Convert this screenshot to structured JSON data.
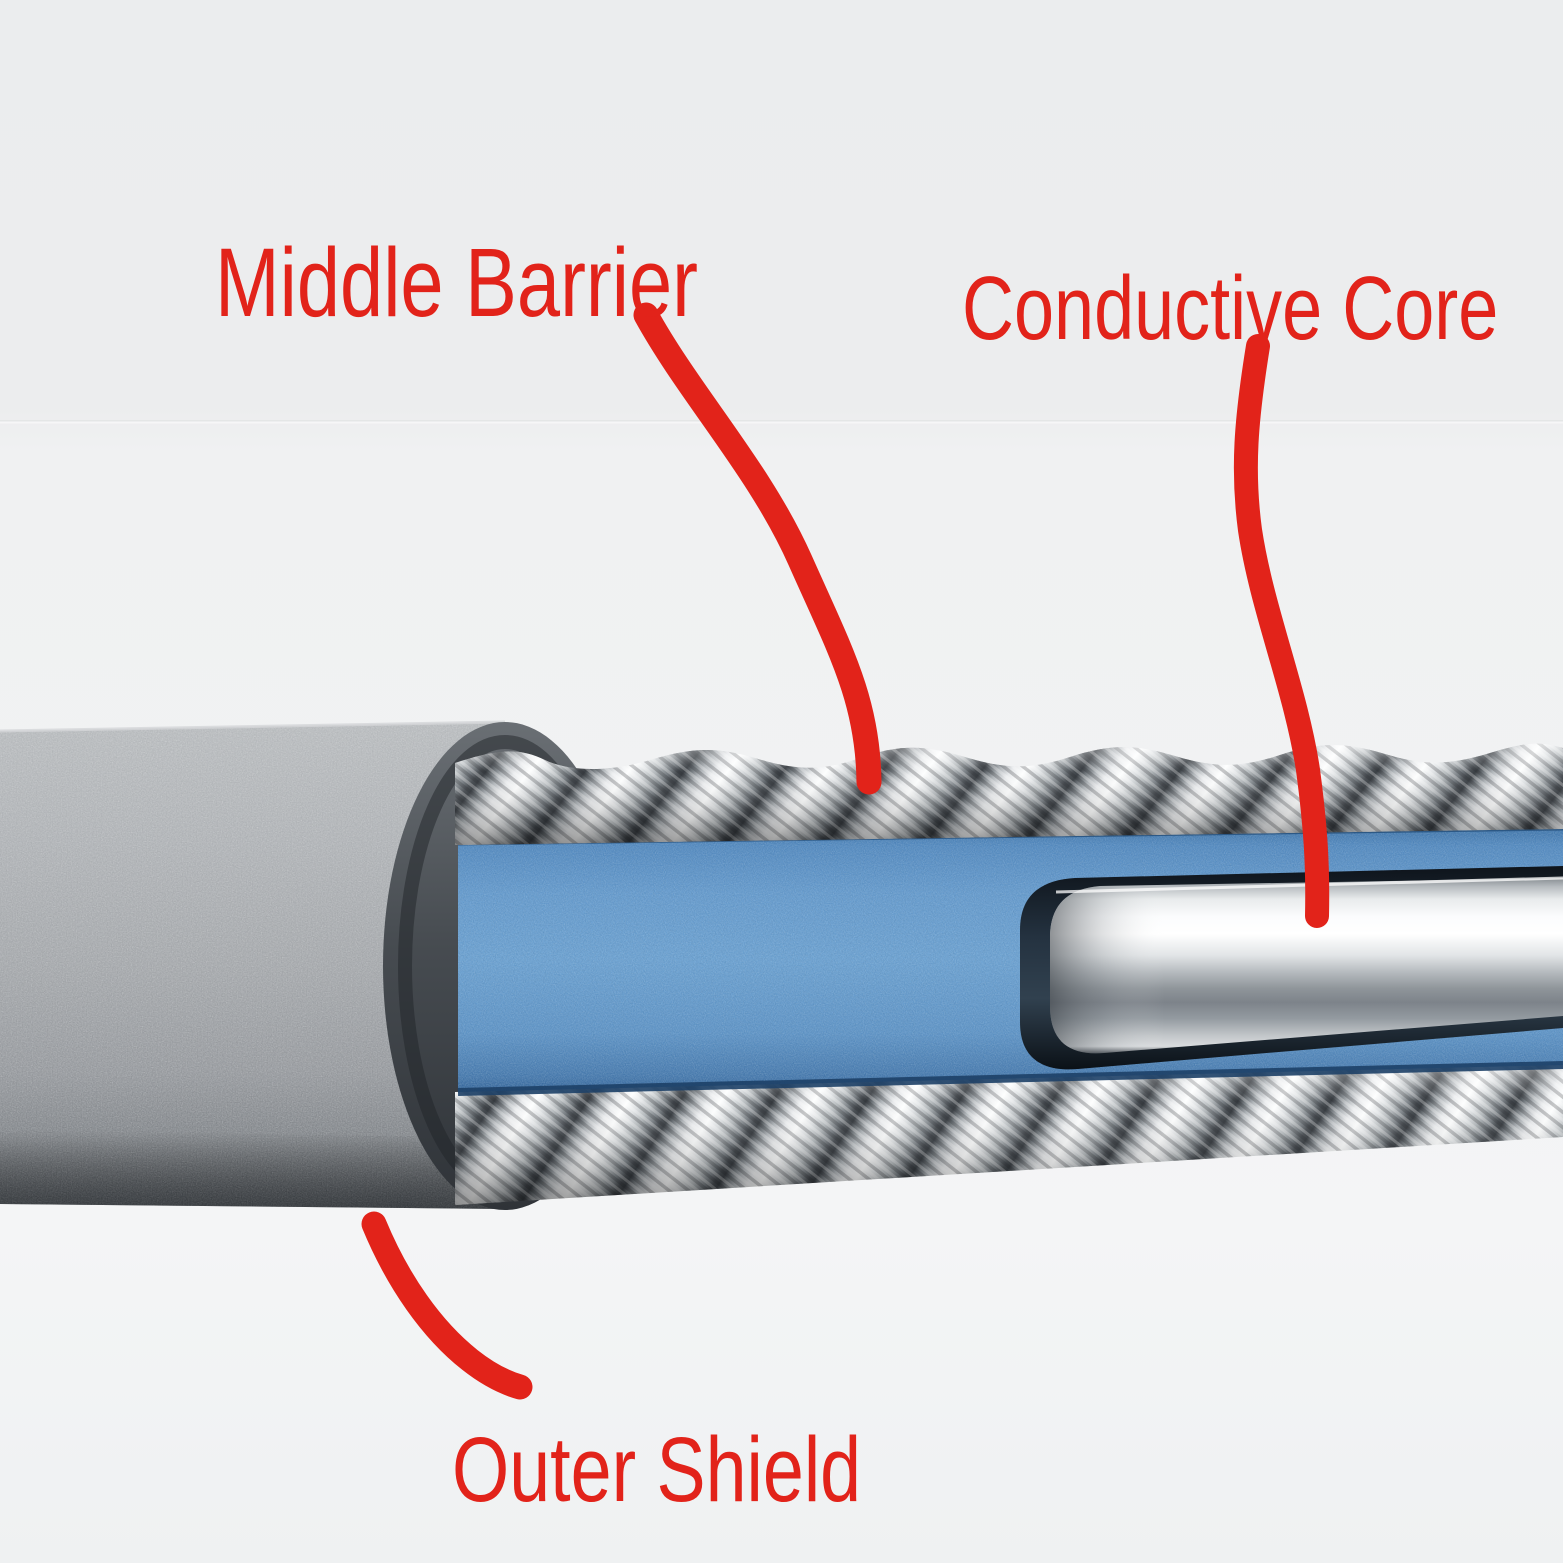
{
  "figure": {
    "type": "labeled-cutaway-diagram",
    "subject": "coaxial cable cutaway illustration",
    "layers_shown": [
      "outer jacket",
      "metal wire braid",
      "blue foam insulation",
      "metal core rod"
    ]
  },
  "labels": {
    "middle_barrier": {
      "text": "Middle Barrier",
      "target": "wire-braid-layer"
    },
    "conductive_core": {
      "text": "Conductive Core",
      "target": "metal-core-rod"
    },
    "outer_shield": {
      "text": "Outer Shield",
      "target": "outer-jacket"
    }
  },
  "colors": {
    "annotation_red": "#e2231a",
    "background_top": "#ebedee",
    "background_bottom": "#f1f3f4",
    "jacket_gray": "#a8abae",
    "jacket_rim_dark": "#3e4347",
    "insulation_blue": "#5e97cb",
    "braid_silver": "#c6cacd",
    "core_metal": "#f4f6f7"
  }
}
